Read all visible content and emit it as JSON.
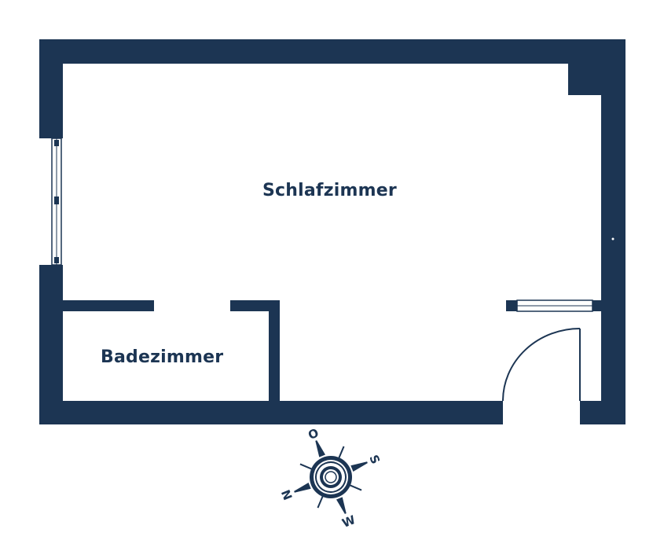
{
  "rooms": {
    "bedroom": "Schlafzimmer",
    "bathroom": "Badezimmer"
  },
  "compass": {
    "north": "N",
    "east": "O",
    "south": "S",
    "west": "W"
  },
  "colors": {
    "wall": "#1c3553",
    "background": "#ffffff"
  }
}
